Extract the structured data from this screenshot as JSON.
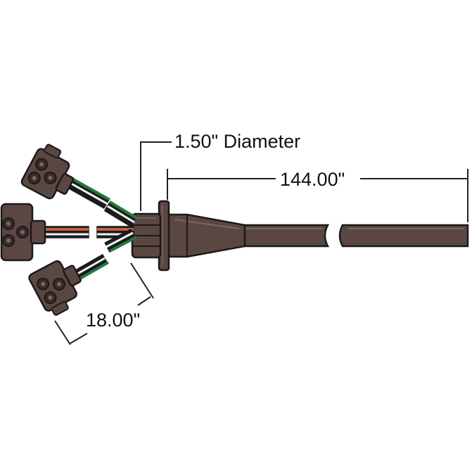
{
  "dimensions": {
    "diameter_label": "1.50\" Diameter",
    "length_label": "144.00\"",
    "breakout_label": "18.00\""
  },
  "colors": {
    "housing": "#5b4742",
    "housing_dark": "#3a2c29",
    "housing_light": "#7c6660",
    "wire_green": "#1f7a3c",
    "wire_white": "#f2f2f2",
    "wire_black": "#1b1b1b",
    "wire_red": "#c6623e",
    "outline": "#1a1a1a",
    "dimension_line": "#222222"
  },
  "parts": {
    "connectors": 3,
    "main_cable": "harness"
  }
}
